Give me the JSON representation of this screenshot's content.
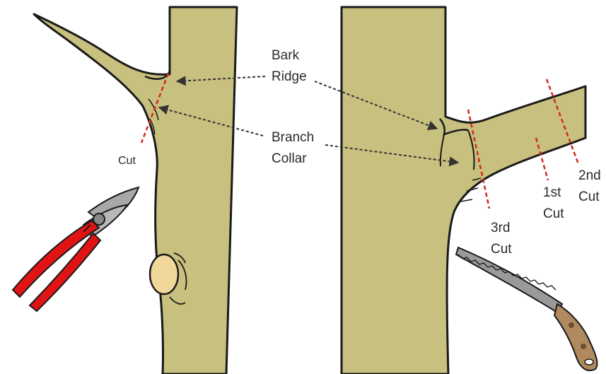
{
  "labels": {
    "bark_ridge": [
      "Bark",
      "Ridge"
    ],
    "branch_collar": [
      "Branch",
      "Collar"
    ],
    "cut": "Cut",
    "third_cut": [
      "3rd",
      "Cut"
    ],
    "first_cut": [
      "1st",
      "Cut"
    ],
    "second_cut": [
      "2nd",
      "Cut"
    ]
  },
  "colors": {
    "wood": "#c8c07e",
    "outline": "#1a1a1a",
    "cut_line": "#d42a1f",
    "arrow": "#333333",
    "knot": "#f0d79a",
    "pruner_handle": "#e01414",
    "pruner_blade": "#a8a8a8",
    "saw_handle": "#b08a5e",
    "saw_blade": "#9a9a9a"
  },
  "icons": {
    "pruner": "hand-pruner-icon",
    "saw": "pruning-saw-icon"
  }
}
